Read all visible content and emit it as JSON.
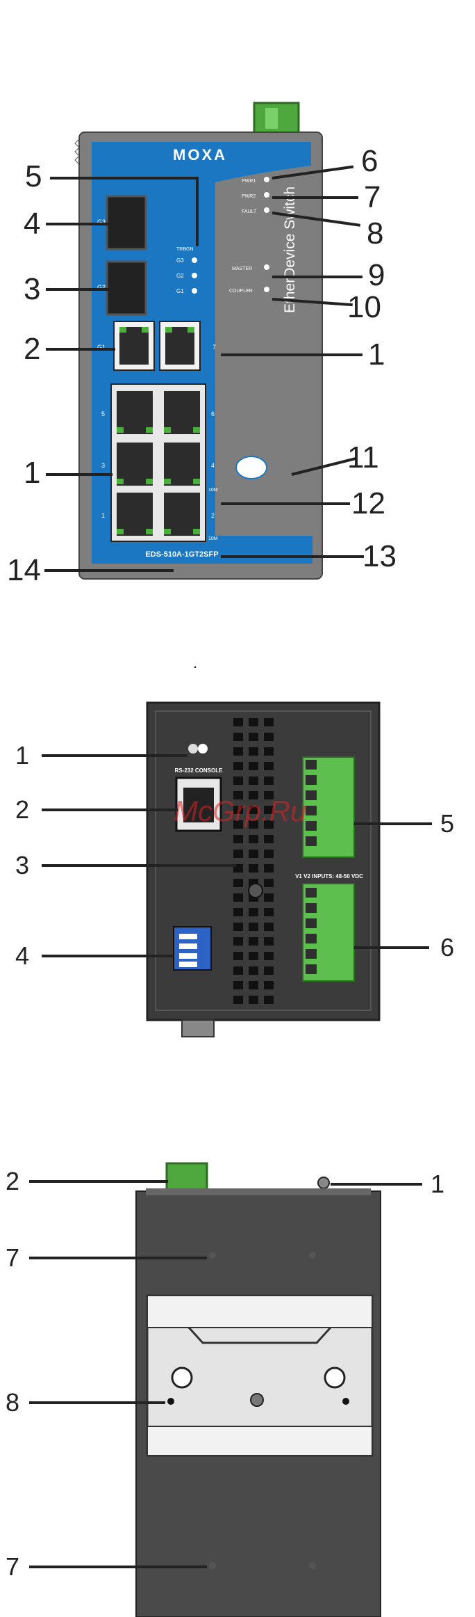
{
  "front_view": {
    "brand": "MOXA",
    "vertical_label": "EtherDevice Switch",
    "model": "EDS-510A-1GT2SFP",
    "led_labels": {
      "pwr1": "PWR1",
      "pwr2": "PWR2",
      "fault": "FAULT",
      "master": "MASTER",
      "coupler": "COUPLER",
      "tbd": "TRBGN"
    },
    "port_labels": {
      "g3": "G3",
      "g2": "G2",
      "g1": "G1",
      "p7": "7",
      "p5": "5",
      "p6": "6",
      "p3": "3",
      "p4": "4",
      "p1": "1",
      "p2": "2",
      "g3b": "G3",
      "g2b": "G2",
      "g1b": "G1"
    },
    "side_labels": {
      "l100": "10M",
      "l10": "10M"
    },
    "callouts": [
      "5",
      "4",
      "3",
      "2",
      "1",
      "14",
      "6",
      "7",
      "8",
      "9",
      "10",
      "1",
      "11",
      "12",
      "13"
    ]
  },
  "bottom_view": {
    "dot": ".",
    "console_label": "RS-232 CONSOLE",
    "inputs_label": "V1 V2 INPUTS: 48-50 VDC",
    "watermark": "McGrp.Ru",
    "callouts": [
      "1",
      "2",
      "3",
      "4",
      "5",
      "6"
    ]
  },
  "rear_view": {
    "callouts": [
      "2",
      "1",
      "7",
      "8",
      "7"
    ]
  },
  "colors": {
    "blue": "#1c77c3",
    "gray": "#7c7c7c",
    "dark": "#3b3b3b",
    "green": "#5cbf4e",
    "line": "#222222"
  }
}
